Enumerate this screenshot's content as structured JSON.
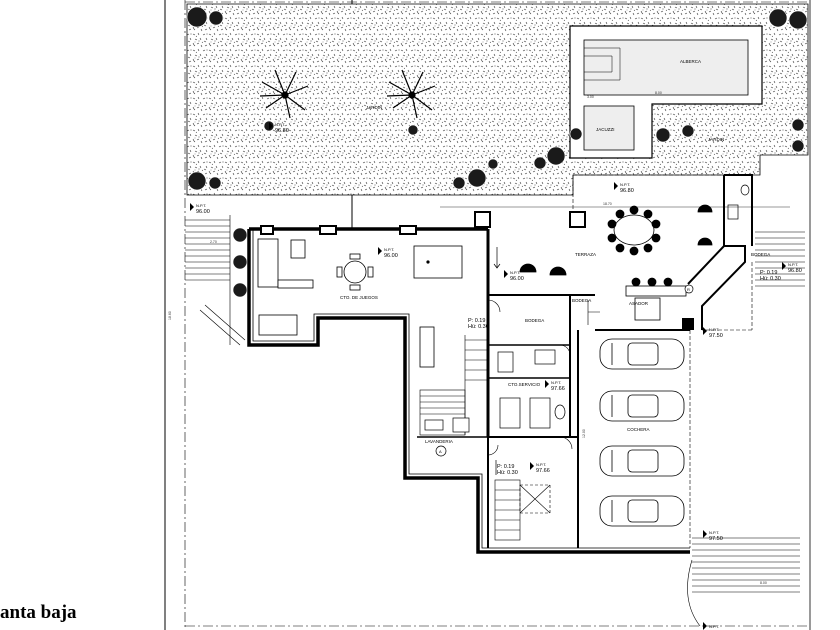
{
  "drawing": {
    "caption": "anta baja",
    "rooms": {
      "alberca": "ALBERCA",
      "jacuzzi": "JACUZZI",
      "jardin_pool": "JARDIN",
      "jardin_main": "JARDIN",
      "terraza": "TERRAZA",
      "bodega_right": "BODEGA",
      "bodega_center": "BODEGA",
      "bodega_terrace": "BODEGA",
      "asador": "ASADOR",
      "cto_juegos": "CTO. DE JUEGOS",
      "cto_servicio": "CTO.SERVICIO",
      "lavanderia": "LAVANDERIA",
      "cochera": "COCHERA"
    },
    "levels": {
      "npt_label": "N.P.T.",
      "jardin_main": "96.80",
      "left_edge": "96.00",
      "juegos": "96.00",
      "terraza_top": "96.80",
      "terraza": "96.00",
      "right_edge": "96.80",
      "cochera_entry": "97.50",
      "servicio": "97.66",
      "stair_lower": "97.66",
      "bottom_exit": "97.50",
      "bottom_right": "N.P.T."
    },
    "stair_notes": {
      "stair1_p": "P: 0.19",
      "stair1_h": "Hü: 0.30",
      "stair2_p": "P: 0.19",
      "stair2_h": "Hü: 0.30",
      "stair3_p": "P: 0.19",
      "stair3_h": "Hü: 0.30"
    },
    "dimensions": {
      "top": "18.70",
      "pool_width": "8.00",
      "pool_depth": "3.00",
      "left_total": "18.60",
      "bottom_right": "8.00",
      "left_upper": "2.70",
      "bottom_mid": "12.00"
    },
    "symbols": {
      "reference_mark": "A",
      "r_mark": "R"
    }
  }
}
